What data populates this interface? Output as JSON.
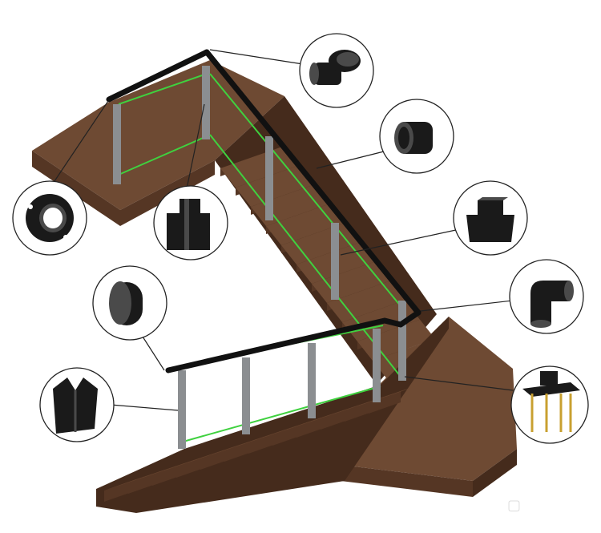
{
  "scene": {
    "background": "#ffffff",
    "colors": {
      "stair_top": "#6e4a33",
      "stair_front": "#553624",
      "stair_side": "#452b1c",
      "glass_edge": "#3fd13f",
      "post": "#8b8e91",
      "post_dark": "#5f6265",
      "handrail": "#111111",
      "leader": "#222222",
      "part": "#1a1a1a",
      "part_highlight": "#4a4a4a"
    }
  },
  "callouts": [
    {
      "id": "elbow-connector",
      "icon": "rail-elbow-icon"
    },
    {
      "id": "end-cap-sleeve",
      "icon": "rail-sleeve-icon"
    },
    {
      "id": "post-top-cap",
      "icon": "post-top-cap-icon"
    },
    {
      "id": "corner-elbow",
      "icon": "rail-corner-elbow-icon"
    },
    {
      "id": "base-plate-anchor",
      "icon": "anchor-base-plate-icon"
    },
    {
      "id": "wall-flange",
      "icon": "wall-flange-icon"
    },
    {
      "id": "post-glass-clamp",
      "icon": "post-glass-clamp-icon"
    },
    {
      "id": "rail-end-cap",
      "icon": "rail-end-cap-icon"
    },
    {
      "id": "glass-channel-clip",
      "icon": "glass-channel-clip-icon"
    }
  ]
}
